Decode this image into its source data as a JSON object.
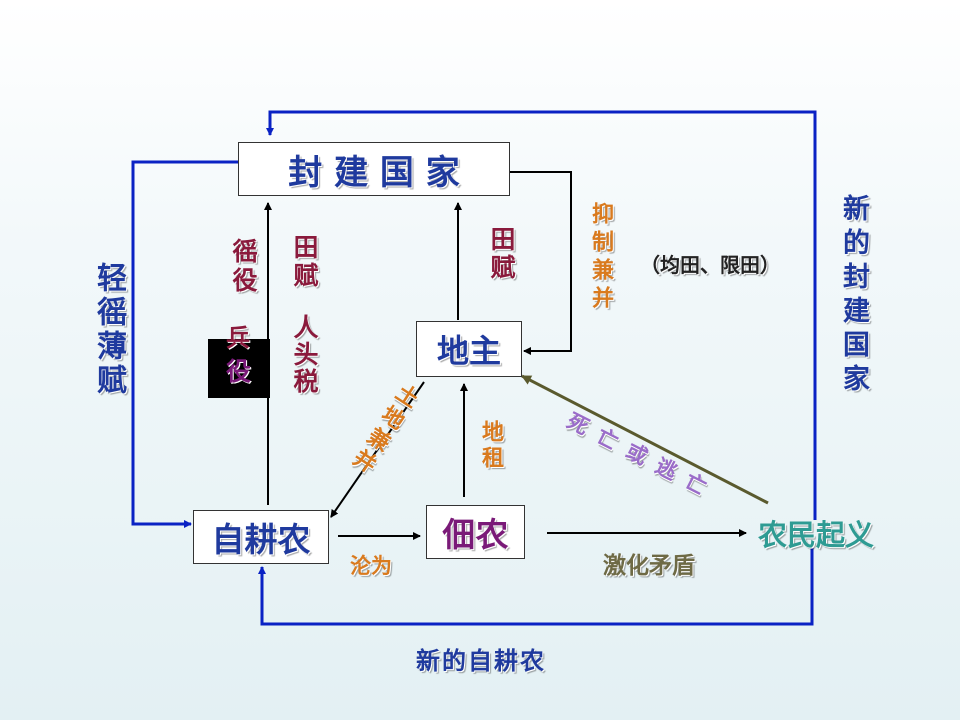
{
  "colors": {
    "cycle_arrow": "#0a22c4",
    "flow_arrow": "#000000",
    "peasant_arrow": "#5a5a2e",
    "box_border": "#333333",
    "title_blue": "#1f3a9e",
    "label_maroon": "#8a1a3c",
    "label_orange": "#d97a1e",
    "label_lilac": "#9a6cc9",
    "label_teal": "#2e9b93",
    "label_olive": "#6e6a45",
    "label_purple": "#7a1a78"
  },
  "nodes": {
    "feudal_state": "封 建 国 家",
    "landlord": "地主",
    "owner_peasant": "自耕农",
    "tenant": "佃农",
    "uprising": "农民起义"
  },
  "labels": {
    "light_taxes": "轻徭薄赋",
    "corvee": "徭役",
    "military_service_top": "兵",
    "military_service_bottom": "役",
    "land_tax_left": "田赋",
    "poll_tax": "人头税",
    "land_tax_right": "田赋",
    "suppress_annex": "抑制兼并",
    "equal_field": "（均田、限田）",
    "new_feudal_state": "新的封建国家",
    "land_annexation": "土地兼并",
    "land_rent": "地租",
    "death_or_flight": "死亡或逃亡",
    "become": "沦为",
    "intensify": "激化矛盾",
    "new_owner_peasant": "新的自耕农"
  }
}
